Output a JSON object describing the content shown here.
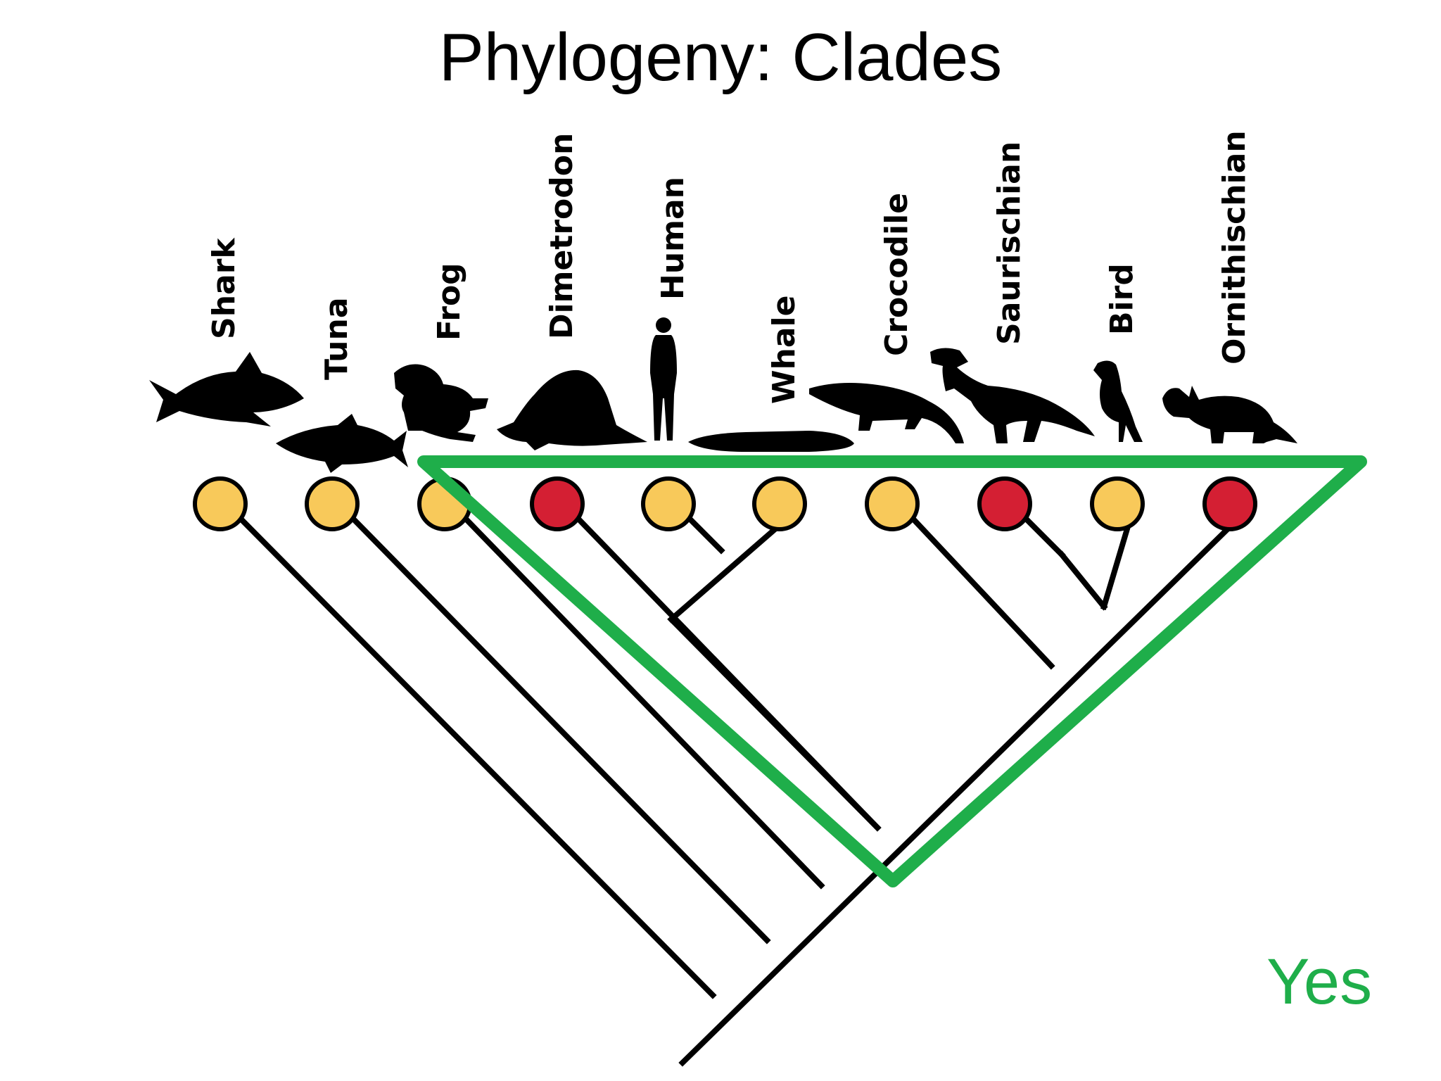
{
  "title": "Phylogeny: Clades",
  "answer": "Yes",
  "colors": {
    "node_yellow": "#f8c95a",
    "node_red": "#d41f33",
    "clade_outline": "#1fae4a",
    "answer_text": "#1fae4a",
    "lines": "#000000"
  },
  "taxa": [
    {
      "name": "Shark",
      "state": "yellow",
      "icon": "shark-silhouette"
    },
    {
      "name": "Tuna",
      "state": "yellow",
      "icon": "tuna-silhouette"
    },
    {
      "name": "Frog",
      "state": "yellow",
      "icon": "frog-silhouette"
    },
    {
      "name": "Dimetrodon",
      "state": "red",
      "icon": "dimetrodon-silhouette"
    },
    {
      "name": "Human",
      "state": "yellow",
      "icon": "human-silhouette"
    },
    {
      "name": "Whale",
      "state": "yellow",
      "icon": "whale-silhouette"
    },
    {
      "name": "Crocodile",
      "state": "yellow",
      "icon": "crocodile-silhouette"
    },
    {
      "name": "Saurischian",
      "state": "red",
      "icon": "saurischian-silhouette"
    },
    {
      "name": "Bird",
      "state": "yellow",
      "icon": "bird-silhouette"
    },
    {
      "name": "Ornithischian",
      "state": "red",
      "icon": "ornithischian-silhouette"
    }
  ],
  "highlighted_clade": [
    "Dimetrodon",
    "Human",
    "Whale",
    "Crocodile",
    "Saurischian",
    "Bird",
    "Ornithischian"
  ]
}
